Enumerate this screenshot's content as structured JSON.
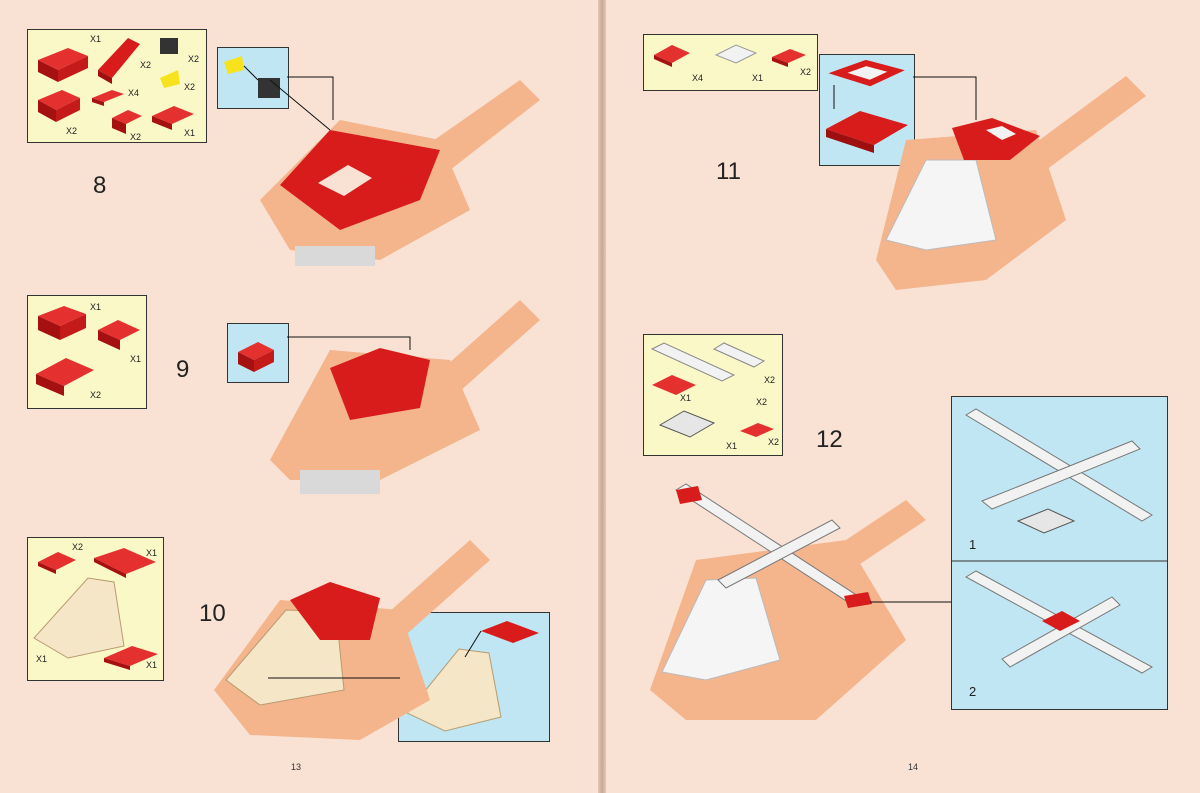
{
  "pages": {
    "left": {
      "page_number": "13"
    },
    "right": {
      "page_number": "14"
    }
  },
  "steps": [
    {
      "number": "8",
      "parts": [
        "X1",
        "X2",
        "X2",
        "X4",
        "X2",
        "X2",
        "X1",
        "X2"
      ]
    },
    {
      "number": "9",
      "parts": [
        "X1",
        "X1",
        "X2"
      ]
    },
    {
      "number": "10",
      "parts": [
        "X2",
        "X1",
        "X1",
        "X1"
      ]
    },
    {
      "number": "11",
      "parts": [
        "X4",
        "X1",
        "X2"
      ]
    },
    {
      "number": "12",
      "parts": [
        "X2",
        "X1",
        "X2",
        "X1",
        "X2"
      ],
      "sub_steps": [
        "1",
        "2"
      ]
    }
  ],
  "colors": {
    "page_bg": "#f9e2d4",
    "parts_box": "#fbf8c8",
    "callout": "#bfe6f2",
    "brick_red": "#d81c1c",
    "model_ghost": "#f4b48c"
  }
}
